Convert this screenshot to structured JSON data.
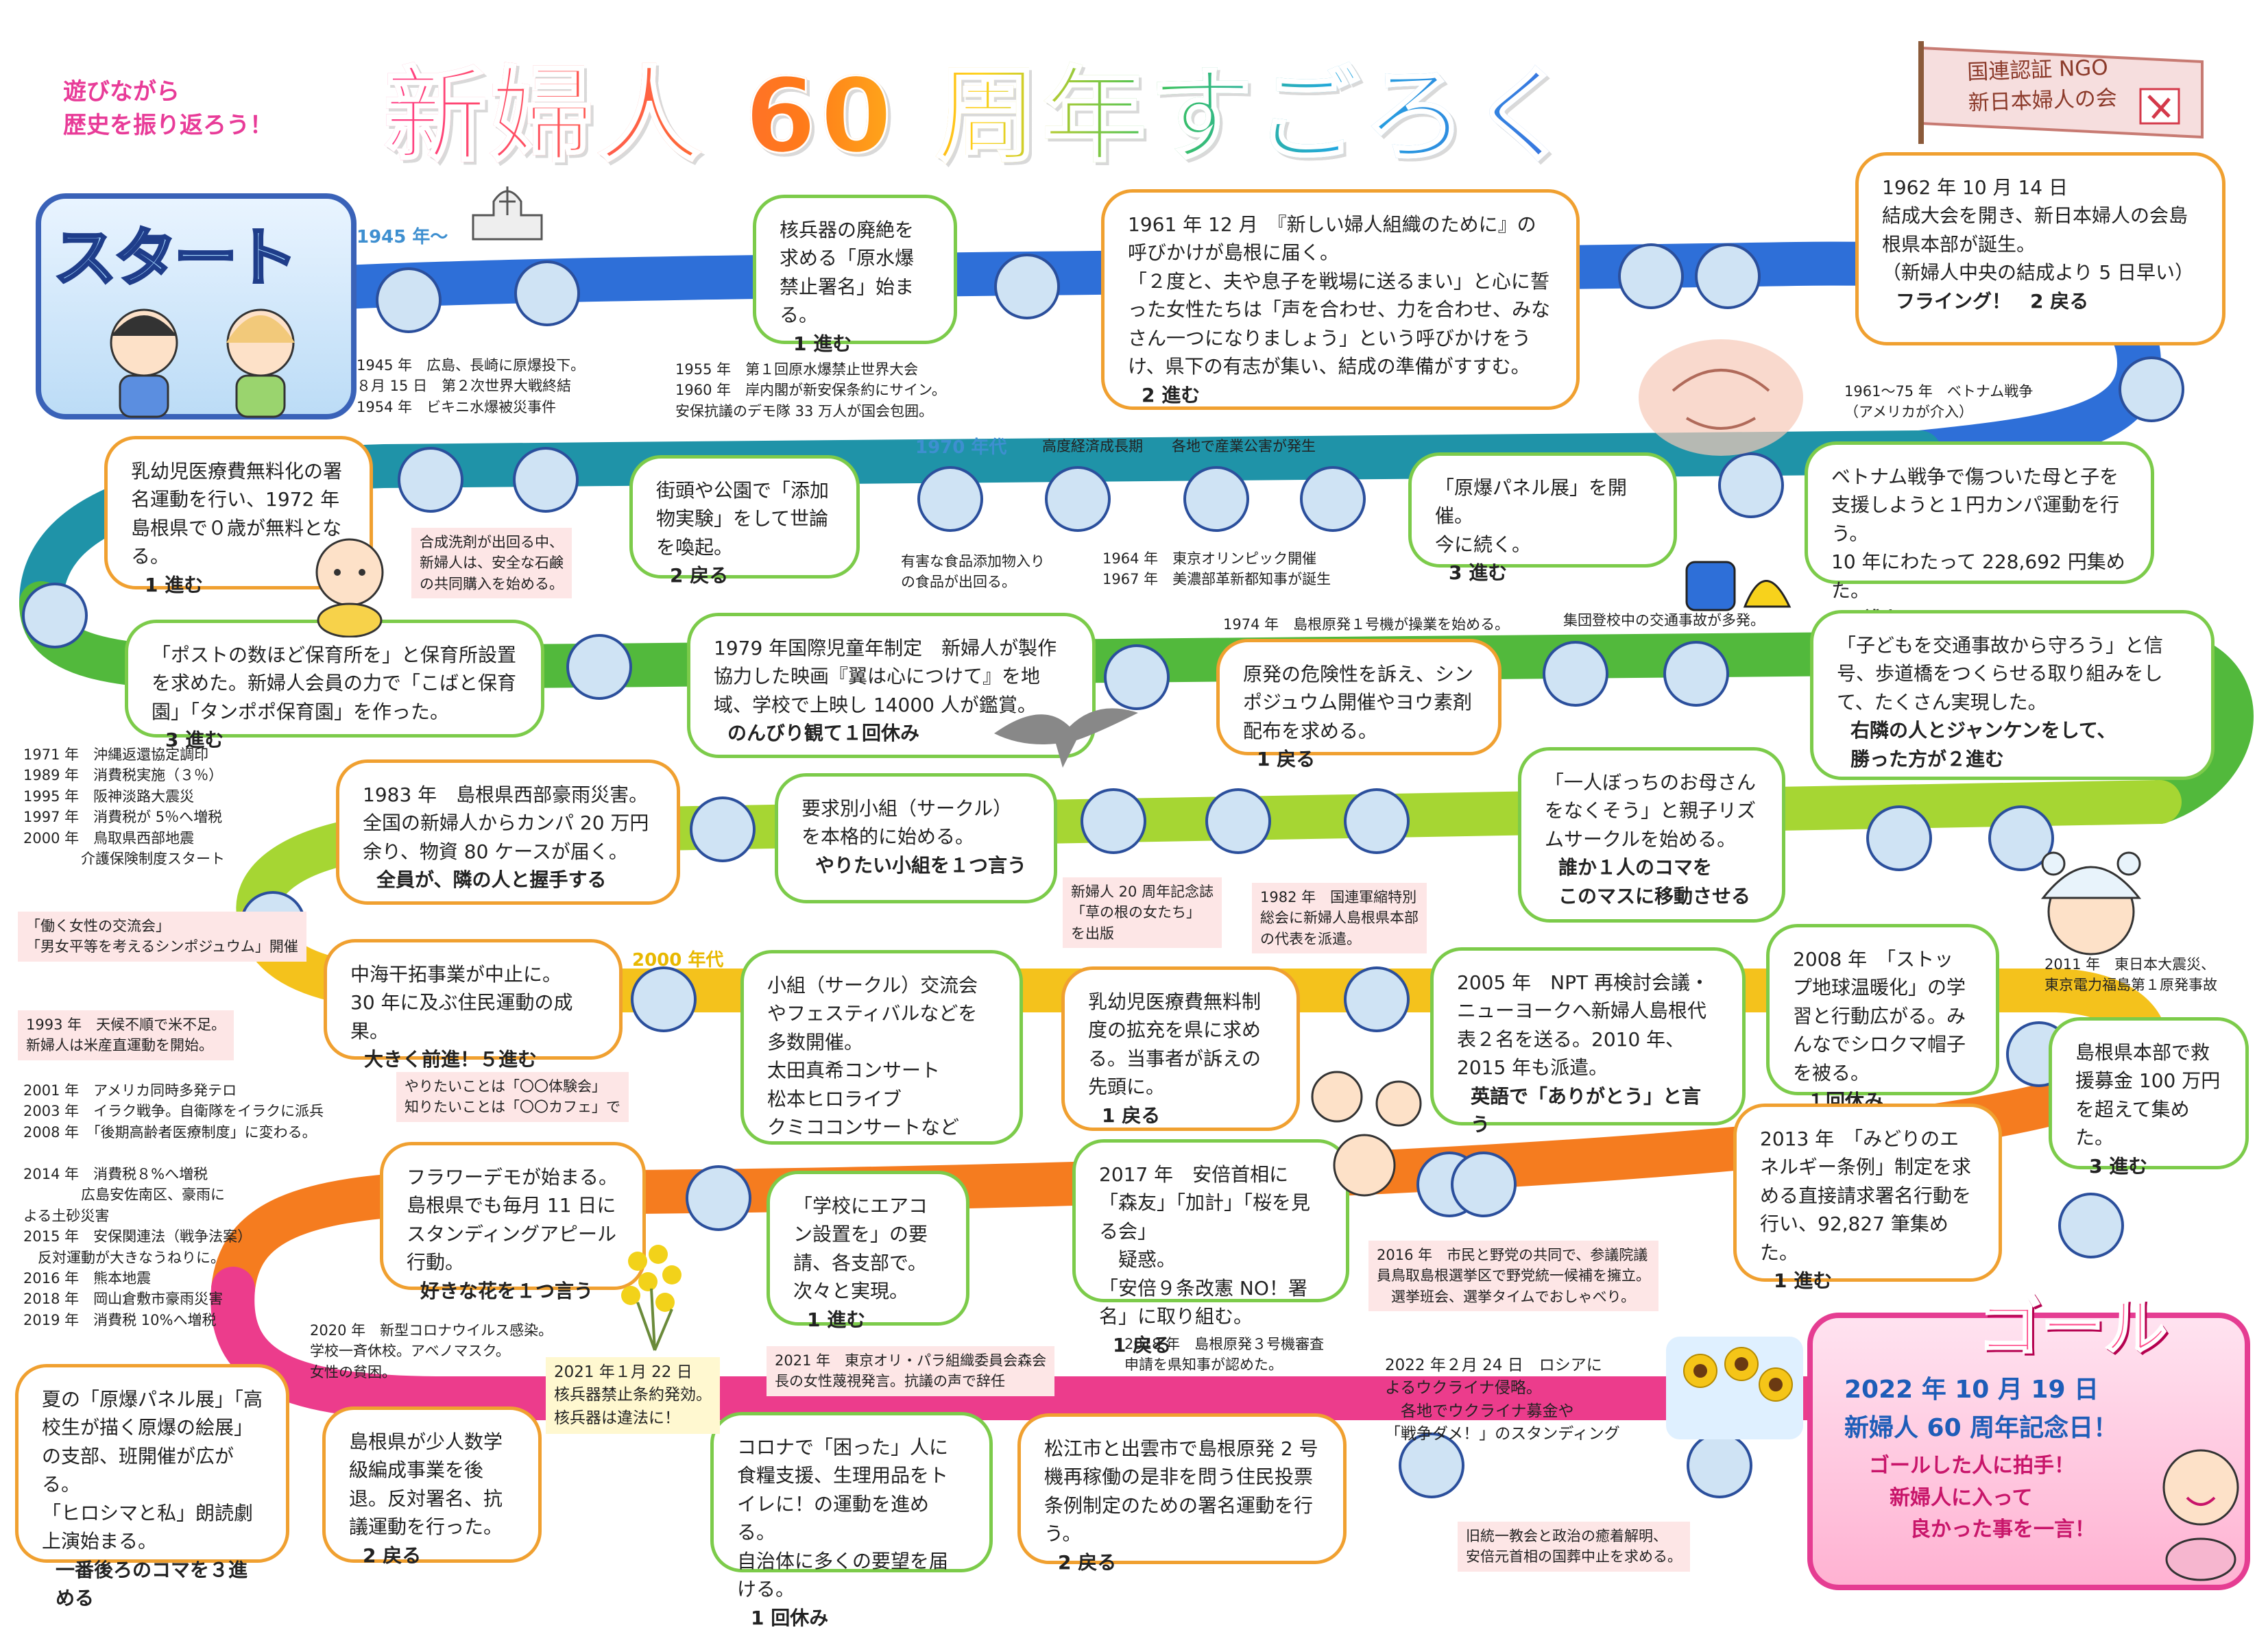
{
  "header": {
    "title": "新婦人 60 周年すごろく",
    "subtitle": "遊びながら\n歴史を振り返ろう！",
    "org": "国連認証 NGO\n新日本婦人の会"
  },
  "start": {
    "label": "スタート"
  },
  "goal": {
    "label": "ゴール",
    "date": "2022 年 10 月 19 日\n新婦人 60 周年記念日！",
    "text": "ゴールした人に拍手！\n　新婦人に入って\n　　良かった事を一言！"
  },
  "eras": {
    "e1945": "1945 年～",
    "e1970": "1970 年代",
    "e2000": "2000 年代"
  },
  "cards": {
    "c01": {
      "text": "核兵器の廃絶を求める「原水爆禁止署名」始まる。",
      "act": "1 進む"
    },
    "c02": {
      "text": "1961 年 12 月　『新しい婦人組織のために』の呼びかけが島根に届く。\n「２度と、夫や息子を戦場に送るまい」と心に誓った女性たちは「声を合わせ、力を合わせ、みなさん一つになりましょう」という呼びかけをうけ、県下の有志が集い、結成の準備がすすむ。",
      "act": "2 進む"
    },
    "c03": {
      "text": "1962 年 10 月 14 日\n結成大会を開き、新日本婦人の会島根県本部が誕生。\n（新婦人中央の結成より 5 日早い）",
      "act": "フライング！　2 戻る"
    },
    "c04": {
      "text": "乳幼児医療費無料化の署名運動を行い、1972 年　島根県で０歳が無料となる。",
      "act": "1 進む"
    },
    "c05": {
      "text": "街頭や公園で「添加物実験」をして世論を喚起。",
      "act": "2 戻る"
    },
    "c06": {
      "text": "「原爆パネル展」を開催。\n今に続く。",
      "act": "3 進む"
    },
    "c07": {
      "text": "ベトナム戦争で傷ついた母と子を支援しようと１円カンパ運動を行う。\n10 年にわたって 228,692 円集めた。",
      "act": "1 進む"
    },
    "c08": {
      "text": "「ポストの数ほど保育所を」と保育所設置を求めた。新婦人会員の力で「こばと保育園」「タンポポ保育園」を作った。",
      "act": "3 進む"
    },
    "c09": {
      "text": "1979 年国際児童年制定　新婦人が製作協力した映画『翼は心につけて』を地域、学校で上映し 14000 人が鑑賞。",
      "act": "のんびり観て１回休み"
    },
    "c10": {
      "text": "原発の危険性を訴え、シンポジュウム開催やヨウ素剤配布を求める。",
      "act": "1 戻る"
    },
    "c11": {
      "text": "「子どもを交通事故から守ろう」と信号、歩道橋をつくらせる取り組みをして、たくさん実現した。",
      "act": "右隣の人とジャンケンをして、\n勝った方が２進む"
    },
    "c12": {
      "text": "1983 年　島根県西部豪雨災害。\n全国の新婦人からカンパ 20 万円余り、物資 80 ケースが届く。",
      "act": "全員が、隣の人と握手する"
    },
    "c13": {
      "text": "要求別小組（サークル）を本格的に始める。",
      "act": "やりたい小組を１つ言う"
    },
    "c14": {
      "text": "「一人ぼっちのお母さんをなくそう」と親子リズムサークルを始める。",
      "act": "誰か１人のコマを\nこのマスに移動させる"
    },
    "c15": {
      "text": "中海干拓事業が中止に。\n30 年に及ぶ住民運動の成果。",
      "act": "大きく前進！５進む"
    },
    "c16": {
      "text": "小組（サークル）交流会やフェスティバルなどを多数開催。\n太田真希コンサート\n松本ヒロライブ\nクミココンサートなど",
      "act": ""
    },
    "c17": {
      "text": "乳幼児医療費無料制度の拡充を県に求める。当事者が訴えの先頭に。",
      "act": "1 戻る"
    },
    "c18": {
      "text": "2005 年　NPT 再検討会議・ニューヨークへ新婦人島根代表２名を送る。2010 年、2015 年も派遣。",
      "act": "英語で「ありがとう」と言う"
    },
    "c19": {
      "text": "2008 年　「ストップ地球温暖化」の学習と行動広がる。みんなでシロクマ帽子を被る。",
      "act": "１回休み"
    },
    "c20": {
      "text": "島根県本部で救援募金 100 万円を超えて集めた。",
      "act": "3 進む"
    },
    "c21": {
      "text": "フラワーデモが始まる。島根県でも毎月 11 日にスタンディングアピール行動。",
      "act": "好きな花を１つ言う"
    },
    "c22": {
      "text": "「学校にエアコン設置を」の要請、各支部で。次々と実現。",
      "act": "1 進む"
    },
    "c23": {
      "text": "2017 年　安倍首相に「森友」「加計」「桜を見る会」\n　疑惑。\n「安倍９条改憲 NO！署名」に取り組む。",
      "act": "1 戻る"
    },
    "c24": {
      "text": "2013 年　「みどりのエネルギー条例」制定を求める直接請求署名行動を行い、92,827 筆集めた。",
      "act": "1 進む"
    },
    "c25": {
      "text": "夏の「原爆パネル展」「高校生が描く原爆の絵展」の支部、班開催が広がる。\n「ヒロシマと私」朗読劇上演始まる。",
      "act": "一番後ろのコマを３進める"
    },
    "c26": {
      "text": "島根県が少人数学級編成事業を後退。反対署名、抗議運動を行った。",
      "act": "2 戻る"
    },
    "c27": {
      "text": "コロナで「困った」人に食糧支援、生理用品をトイレに！の運動を進める。\n自治体に多くの要望を届ける。",
      "act": "1 回休み"
    },
    "c28": {
      "text": "松江市と出雲市で島根原発 2 号機再稼働の是非を問う住民投票条例制定のための署名運動を行う。",
      "act": "2 戻る"
    }
  },
  "notes": {
    "n01": "1945 年　広島、長崎に原爆投下。\n８月 15 日　第２次世界大戦終結\n1954 年　ビキニ水爆被災事件",
    "n02": "1955 年　第１回原水爆禁止世界大会\n1960 年　岸内閣が新安保条約にサイン。\n安保抗議のデモ隊 33 万人が国会包囲。",
    "n03": "1961～75 年　ベトナム戦争\n（アメリカが介入）",
    "n04": "高度経済成長期　　各地で産業公害が発生",
    "n05": "合成洗剤が出回る中、\n新婦人は、安全な石鹸\nの共同購入を始める。",
    "n06": "有害な食品添加物入り\nの食品が出回る。",
    "n07": "1964 年　東京オリンピック開催\n1967 年　美濃部革新都知事が誕生",
    "n08": "1974 年　島根原発１号機が操業を始める。",
    "n09": "集団登校中の交通事故が多発。",
    "n10": "1971 年　沖縄返還協定調印\n1989 年　消費税実施（３％）\n1995 年　阪神淡路大震災\n1997 年　消費税が 5％へ増税\n2000 年　鳥取県西部地震\n　　　　介護保険制度スタート",
    "n11": "「働く女性の交流会」\n「男女平等を考えるシンポジュウム」開催",
    "n12": "新婦人 20 周年記念誌\n「草の根の女たち」\nを出版",
    "n13": "1982 年　国連軍縮特別\n総会に新婦人島根県本部\nの代表を派遣。",
    "n14": "2011 年　東日本大震災、\n東京電力福島第１原発事故",
    "n15": "1993 年　天候不順で米不足。\n新婦人は米産直運動を開始。",
    "n16": "2001 年　アメリカ同時多発テロ\n2003 年　イラク戦争。自衛隊をイラクに派兵\n2008 年　「後期高齢者医療制度」に変わる。\n\n2014 年　消費税８%へ増税\n　　　　広島安佐南区、豪雨に\nよる土砂災害\n2015 年　安保関連法（戦争法案）\n　反対運動が大きなうねりに。\n2016 年　熊本地震\n2018 年　岡山倉敷市豪雨災害\n2019 年　消費税 10%へ増税",
    "n17": "やりたいことは「〇〇体験会」\n知りたいことは「〇〇カフェ」で",
    "n18": "2016 年　市民と野党の共同で、参議院議\n員鳥取島根選挙区で野党統一候補を擁立。\n　選挙班会、選挙タイムでおしゃべり。",
    "n19": "2020 年　新型コロナウイルス感染。\n学校一斉休校。アベノマスク。\n女性の貧困。",
    "n20": "2021 年１月 22 日\n核兵器禁止条約発効。\n核兵器は違法に！",
    "n21": "2021 年　東京オリ・パラ組織委員会森会\n長の女性蔑視発言。抗議の声で辞任",
    "n22": "2018 年　島根原発３号機審査\n申請を県知事が認めた。",
    "n23": "2022 年２月 24 日　ロシアに\nよるウクライナ侵略。\n　各地でウクライナ募金や\n「戦争ダメ！」のスタンディング",
    "n24": "旧統一教会と政治の癒着解明、\n安倍元首相の国葬中止を求める。"
  },
  "colors": {
    "blue": "#2e6fd8",
    "teal": "#1f93a8",
    "green": "#52b93c",
    "yellow": "#f4c21c",
    "orange": "#f57c1f",
    "pink": "#ec3c8c"
  }
}
